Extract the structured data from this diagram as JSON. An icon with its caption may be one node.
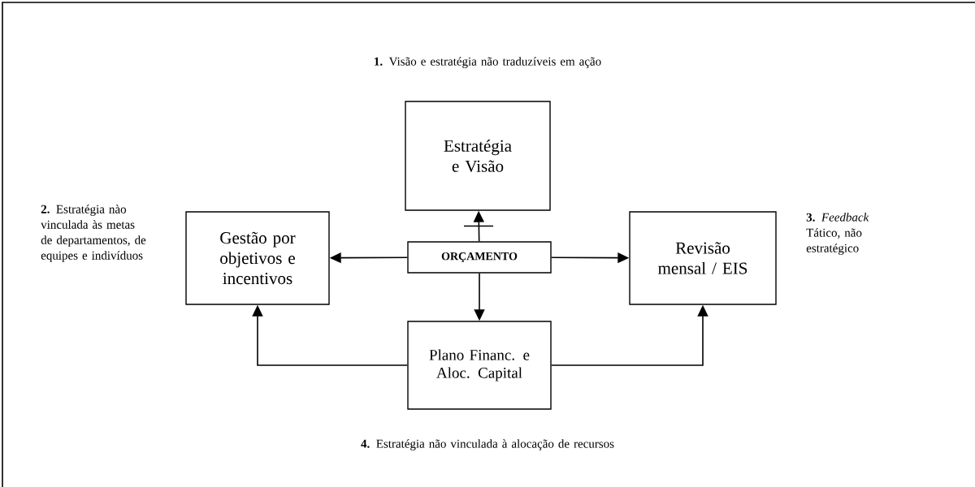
{
  "diagram": {
    "nodes": [
      {
        "text": [
          "Estratégia e Visão"
        ]
      },
      {
        "text": [
          "Gestão por objetivos e incentivos"
        ]
      },
      {
        "text": [
          "ORÇAMENTO"
        ]
      },
      {
        "text": [
          "Revisão mensal / EIS"
        ]
      },
      {
        "text": [
          "Plano Financ. e Aloc. Capital"
        ]
      }
    ],
    "edges": [
      {
        "from": 2,
        "to": 0,
        "arrow": "to"
      },
      {
        "from": 2,
        "to": 1,
        "arrow": "to"
      },
      {
        "from": 2,
        "to": 3,
        "arrow": "to"
      },
      {
        "from": 2,
        "to": 4,
        "arrow": "to"
      },
      {
        "from": 4,
        "to": 1,
        "arrow": "to"
      },
      {
        "from": 4,
        "to": 3,
        "arrow": "to"
      }
    ],
    "labels": [
      "**1.** Visão e estratégia não traduzíveis em ação",
      "**2.** Estratégia nào vinculada às metas de departamentos, de equipes e indivíduos",
      "**3.** *Feedback* Tático, não estratégico",
      "**4.** Estratégia não vinculada à alocação de recursos"
    ]
  }
}
